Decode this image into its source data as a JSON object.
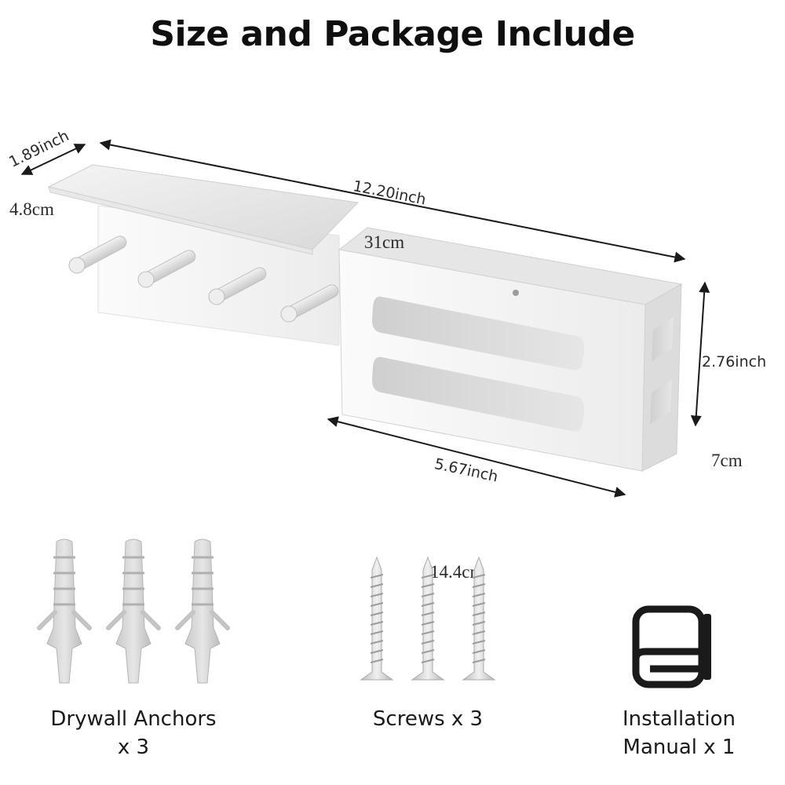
{
  "title": "Size and Package Include",
  "dimensions": {
    "depth_inch": "1.89inch",
    "depth_cm": "4.8cm",
    "length_inch": "12.20inch",
    "length_cm": "31cm",
    "height_inch": "2.76inch",
    "height_cm": "7cm",
    "basket_inch": "5.67inch",
    "basket_cm": "14.4cm"
  },
  "package": {
    "anchors_label": "Drywall Anchors\nx 3",
    "screws_label": "Screws x 3",
    "manual_label": "Installation\nManual x 1"
  },
  "icons": [
    "drywall-anchor-icon",
    "screw-icon",
    "manual-book-icon"
  ]
}
